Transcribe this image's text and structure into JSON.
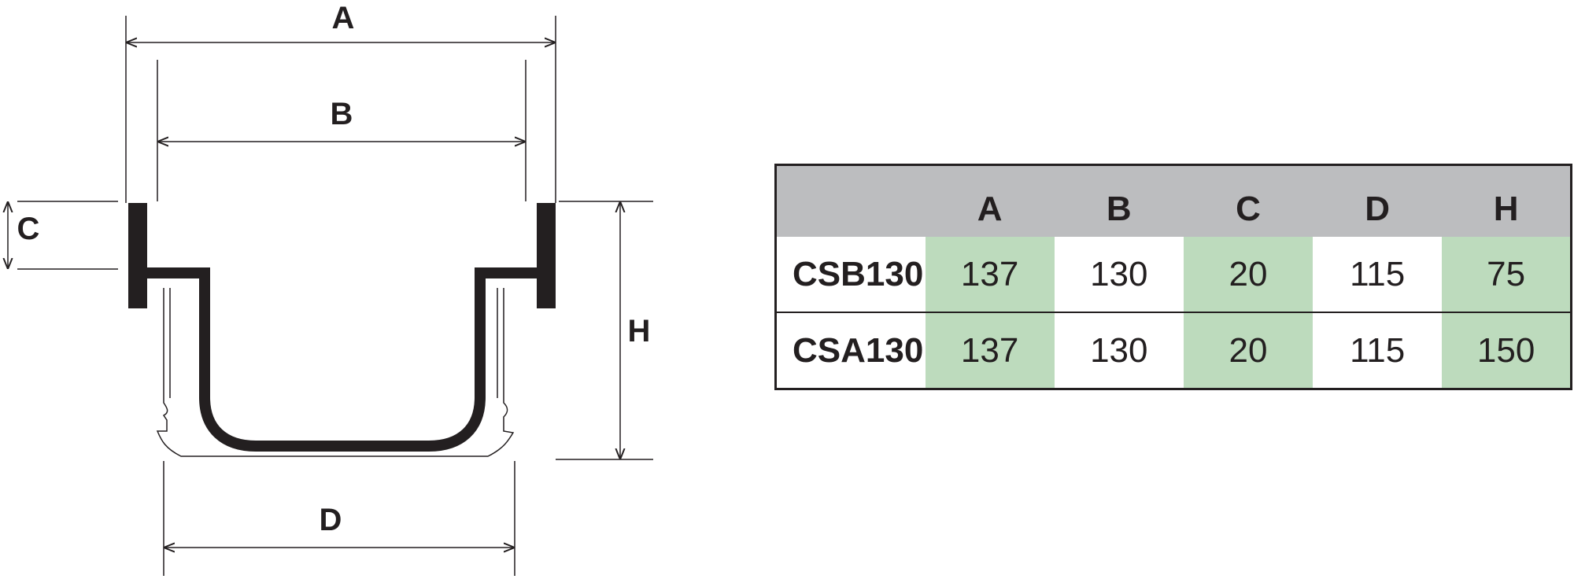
{
  "diagram": {
    "labels": {
      "a": "A",
      "b": "B",
      "c": "C",
      "d": "D",
      "h": "H"
    }
  },
  "table": {
    "columns": [
      "",
      "A",
      "B",
      "C",
      "D",
      "H"
    ],
    "rows": [
      {
        "model": "CSB130",
        "values": [
          "137",
          "130",
          "20",
          "115",
          "75"
        ]
      },
      {
        "model": "CSA130",
        "values": [
          "137",
          "130",
          "20",
          "115",
          "150"
        ]
      }
    ],
    "colors": {
      "header": "#bcbdbf",
      "highlight": "#bddbbd",
      "line": "#231f20"
    }
  }
}
